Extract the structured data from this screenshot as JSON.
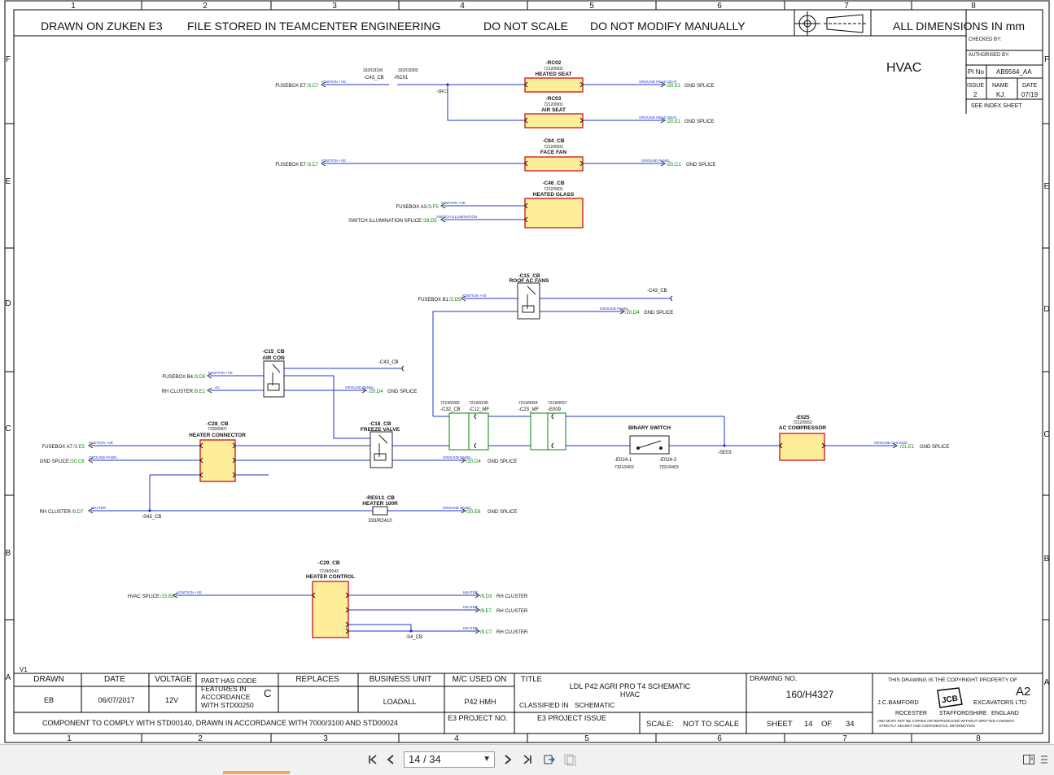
{
  "header": {
    "banner": [
      "DRAWN ON ZUKEN E3",
      "FILE STORED IN TEAMCENTER ENGINEERING",
      "DO NOT SCALE",
      "DO NOT MODIFY MANUALLY"
    ],
    "dimensions": "ALL DIMENSIONS IN mm",
    "sheet_title": "HVAC"
  },
  "frame": {
    "col_labels": [
      "1",
      "2",
      "3",
      "4",
      "5",
      "6",
      "7",
      "8"
    ],
    "row_labels": [
      "F",
      "E",
      "D",
      "C",
      "B",
      "A"
    ]
  },
  "approval": {
    "checked_by": "CHECKED BY:",
    "authorised_by": "AUTHORISED BY:",
    "pi_label": "PI No",
    "pi_value": "AB9564_AA",
    "issue_label": "ISSUE",
    "name_label": "NAME",
    "date_label": "DATE",
    "issue_value": "2",
    "name_value": "KJ.",
    "date_value": "07/19",
    "see_index": "SEE INDEX SHEET"
  },
  "components": {
    "rc02": {
      "ref": "-RC02",
      "part": "7212/0002",
      "name": "HEATED SEAT"
    },
    "rc03": {
      "ref": "-RC03",
      "part": "7212/0001",
      "name": "AIR SEAT"
    },
    "c84": {
      "ref": "-C84_CB",
      "part": "7212/0002",
      "name": "FACE FAN"
    },
    "c46": {
      "ref": "-C46_CB",
      "part": "7212/0001",
      "name": "HEATED GLASS"
    },
    "c15_roof": {
      "ref": "-C15_CB",
      "name": "ROOF AC FANS"
    },
    "c15_air": {
      "ref": "-C15_CB",
      "name": "AIR CON"
    },
    "c18": {
      "ref": "-C18_CB",
      "name": "FREEZE VALVE"
    },
    "c28": {
      "ref": "-C28_CB",
      "part": "7230/0007",
      "name": "HEATER CONNECTOR"
    },
    "res13": {
      "ref": "-RES13_CB",
      "name": "HEATER 100R",
      "part": "333/R2410"
    },
    "binary": {
      "name": "BINARY SWITCH",
      "left_ref": "-E024-1",
      "left_part": "7201/0403",
      "right_ref": "-E024-2",
      "right_part": "7201/0403"
    },
    "e025": {
      "ref": "-E025",
      "part": "7212/0052",
      "name": "AC COMPRESSOR"
    },
    "c29": {
      "ref": "-C29_CB",
      "part": "7219/0043",
      "name": "HEATER CONTROL"
    },
    "c43_top": {
      "ref": "-C43_CB",
      "ref2": "-RC01",
      "part_a": "333/C8190",
      "part_b": "333/C8303",
      "splice": "-SRC1"
    },
    "c32": {
      "ref": "-C32_CB",
      "part": "7219/0282"
    },
    "c12": {
      "ref": "-C12_MF",
      "part": "7219/0236"
    },
    "c23": {
      "ref": "-C23_MF",
      "part": "7219/0054"
    },
    "e009": {
      "ref": "-E009",
      "part": "7219/0057"
    },
    "c43_roof": {
      "ref": "-C43_CB"
    },
    "c43_air": {
      "ref": "-C43_CB"
    },
    "s43": {
      "ref": "-S43_CB"
    },
    "s4": {
      "ref": "-S4_CB"
    },
    "se03": {
      "ref": "-SE03"
    }
  },
  "connections": {
    "f1": {
      "source": "FUSEBOX E7",
      "grid": "/3.C7",
      "dest_grid": "/20.E1",
      "dest": "GND SPLICE",
      "sig_in": "IGNITION +VE",
      "sig_out": "GROUND READ SEAT"
    },
    "f2": {
      "dest_grid": "/20.E1",
      "dest": "GND SPLICE",
      "sig_out": "GROUND READ SEAT"
    },
    "e1": {
      "source": "FUSEBOX E7",
      "grid": "/3.C7",
      "dest_grid": "/20.C1",
      "dest": "GND SPLICE",
      "sig_in": "IGNITION +VE",
      "sig_out": "GROUND PANEL"
    },
    "e2a": {
      "source": "FUSEBOX A3",
      "grid": "/3.F5",
      "sig_in": "IGNITION +VE"
    },
    "e2b": {
      "source": "SWITCH ILLUMINATION SPLICE",
      "grid": "/19.D5",
      "sig_in": "SWITCH ILLUMINATION"
    },
    "d1": {
      "source": "FUSEBOX B1",
      "grid": "/3.D5",
      "sig_in": "IGNITION +VE"
    },
    "d2": {
      "dest_grid": "/20.D4",
      "dest": "GND SPLICE",
      "sig_out": "GROUND PANEL"
    },
    "ac1": {
      "source": "FUSEBOX B4",
      "grid": "/3.D5",
      "sig_in": "IGNITION +VE"
    },
    "ac2": {
      "source": "RH CLUSTER",
      "grid": "/9.E2",
      "sig_in": "AC",
      "dest_grid": "/20.D4",
      "dest": "GND SPLICE",
      "sig_out": "GROUND PANEL"
    },
    "c1": {
      "source": "FUSEBOX A7",
      "grid": "/3.E5",
      "sig_in": "IGNITION +VE",
      "dest_grid": "/21.E1",
      "dest": "GND SPLICE",
      "sig_out": "GROUND CHASSIS"
    },
    "c2": {
      "source": "GND SPLICE",
      "grid": "/20.C6",
      "sig_in": "GROUND PANEL",
      "dest_grid": "/20.D4",
      "dest": "GND SPLICE",
      "sig_out": "GROUND PANEL"
    },
    "b1": {
      "source": "RH CLUSTER",
      "grid": "/9.D7",
      "sig_in": "HEATER",
      "dest_grid": "/20.E6",
      "dest": "GND SPLICE",
      "sig_out": "GROUND PANEL"
    },
    "h1": {
      "source": "HVAC SPLICE",
      "grid": "/15.B3",
      "sig_in": "IGNITION +VE"
    },
    "h2": {
      "dest_grid": "/9.D3",
      "dest": "RH CLUSTER",
      "sig": "HEATER"
    },
    "h3": {
      "dest_grid": "/9.E7",
      "dest": "RH CLUSTER",
      "sig": "HEATER"
    },
    "h4": {
      "dest_grid": "/9.C7",
      "dest": "RH CLUSTER",
      "sig": "HEATER"
    }
  },
  "title_block": {
    "version": "V1",
    "drawn_label": "DRAWN",
    "drawn_value": "EB",
    "date_label": "DATE",
    "date_value": "06/07/2017",
    "voltage_label": "VOLTAGE",
    "voltage_value": "12V",
    "part_code": [
      "PART HAS CODE",
      "FEATURES IN",
      "ACCORDANCE",
      "WITH STD00250"
    ],
    "part_code_letter": "C",
    "replaces_label": "REPLACES",
    "business_label": "BUSINESS UNIT",
    "business_value": "LOADALL",
    "mc_label": "M/C USED ON",
    "mc_value": "P42 HMH",
    "title_label": "TITLE",
    "title_value1": "LDL P42 AGRI PRO T4 SCHEMATIC",
    "title_value2": "HVAC",
    "classified_label": "CLASSIFIED IN",
    "classified_value": "SCHEMATIC",
    "drawing_no_label": "DRAWING NO.",
    "drawing_no_value": "160/H4327",
    "copyright": "THIS DRAWING IS THE COPYRIGHT PROPERTY OF",
    "size": "A2",
    "company_left": "J.C.BAMFORD",
    "company_right": "EXCAVATORS LTD",
    "address": [
      "ROCESTER",
      "STAFFORDSHIRE",
      "ENGLAND"
    ],
    "notice1": "AND MUST NOT BE COPIED OR REPRODUCED WITHOUT WRITTEN CONSENT.",
    "notice2": "STRICTLY SECRET AND CONFIDENTIAL INFORMATION",
    "logo": "JCB",
    "comply": "COMPONENT TO COMPLY WITH STD00140, DRAWN IN ACCORDANCE WITH 7000/3100 AND STD00024",
    "e3_project_label": "E3 PROJECT NO.",
    "e3_issue_label": "E3 PROJECT ISSUE",
    "scale_label": "SCALE:",
    "scale_value": "NOT TO SCALE",
    "sheet_label": "SHEET",
    "sheet_no": "14",
    "of_label": "OF",
    "sheet_total": "34"
  },
  "viewer": {
    "page_indicator": "14 / 34",
    "icons": [
      "first-page-icon",
      "prev-page-icon",
      "next-page-icon",
      "last-page-icon",
      "fit-icon",
      "two-page-icon",
      "sidebar-icon",
      "menu-icon"
    ]
  },
  "colors": {
    "wire": "#2233cc",
    "component_fill": "#ffee99",
    "component_stroke": "#cc2222",
    "grid_ref": "#008800",
    "connector_green": "#008800"
  }
}
